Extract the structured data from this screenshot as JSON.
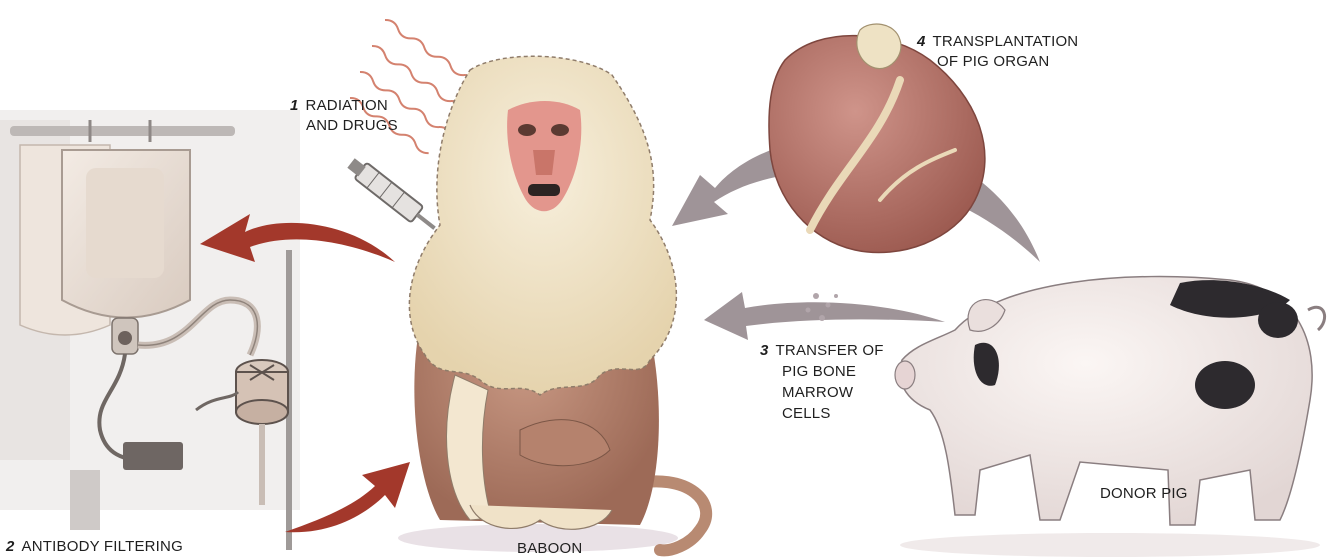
{
  "steps": [
    {
      "number": "1",
      "lines": [
        "RADIATION",
        "AND DRUGS"
      ]
    },
    {
      "number": "2",
      "lines": [
        "ANTIBODY FILTERING"
      ]
    },
    {
      "number": "3",
      "lines": [
        "TRANSFER OF",
        "PIG BONE",
        "MARROW",
        "CELLS"
      ]
    },
    {
      "number": "4",
      "lines": [
        "TRANSPLANTATION",
        "OF PIG ORGAN"
      ]
    }
  ],
  "subjects": {
    "baboon": "BABOON",
    "donor": "DONOR PIG"
  },
  "colors": {
    "red_arrow": "#a3382b",
    "gray_arrow": "#9f9498",
    "baboon_fur": "#efe3c8",
    "baboon_body": "#b5826d",
    "heart": "#b87a6e",
    "pig_body": "#f3ecea",
    "pig_spots": "#2d2a2e"
  }
}
